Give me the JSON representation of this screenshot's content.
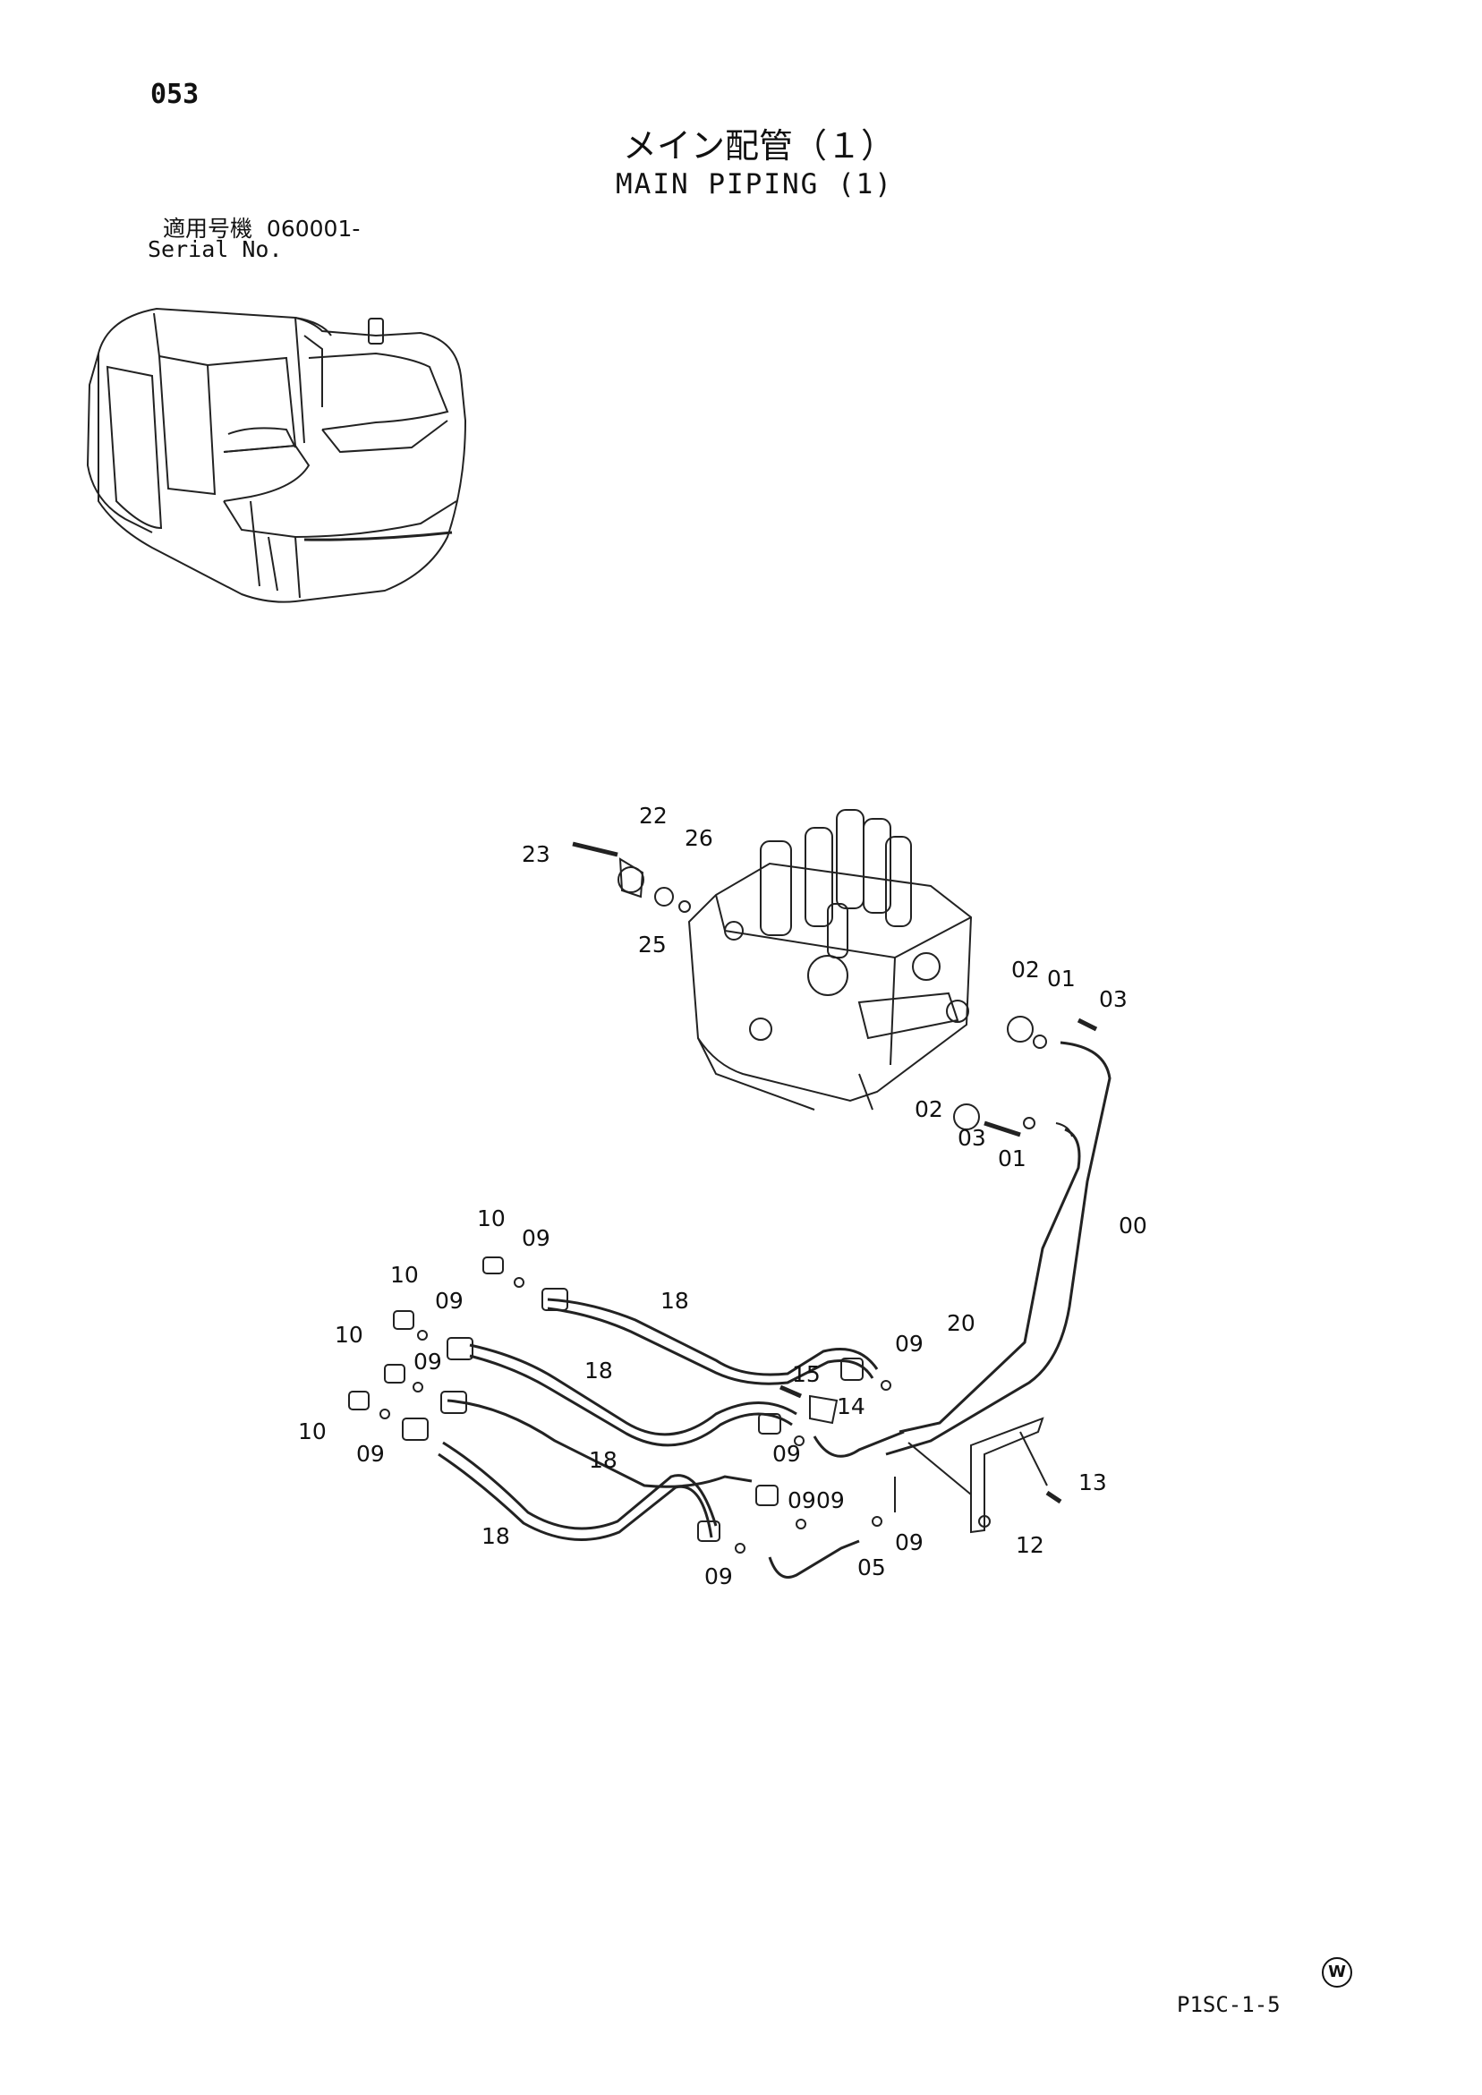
{
  "page_number": "053",
  "title_jp": "メイン配管（１）",
  "title_en": "MAIN PIPING (1)",
  "serial_label_jp": "適用号機",
  "serial_value": "060001-",
  "serial_label_en": "Serial No.",
  "drawing_code": "P1SC-1-5",
  "mark_letter": "W",
  "labels": [
    "23",
    "22",
    "26",
    "25",
    "02",
    "01",
    "03",
    "02",
    "03",
    "01",
    "00",
    "10",
    "09",
    "18",
    "10",
    "09",
    "10",
    "09",
    "18",
    "09",
    "20",
    "15",
    "14",
    "10",
    "09",
    "09",
    "18",
    "09",
    "18",
    "09",
    "05",
    "09",
    "09",
    "13",
    "12"
  ]
}
